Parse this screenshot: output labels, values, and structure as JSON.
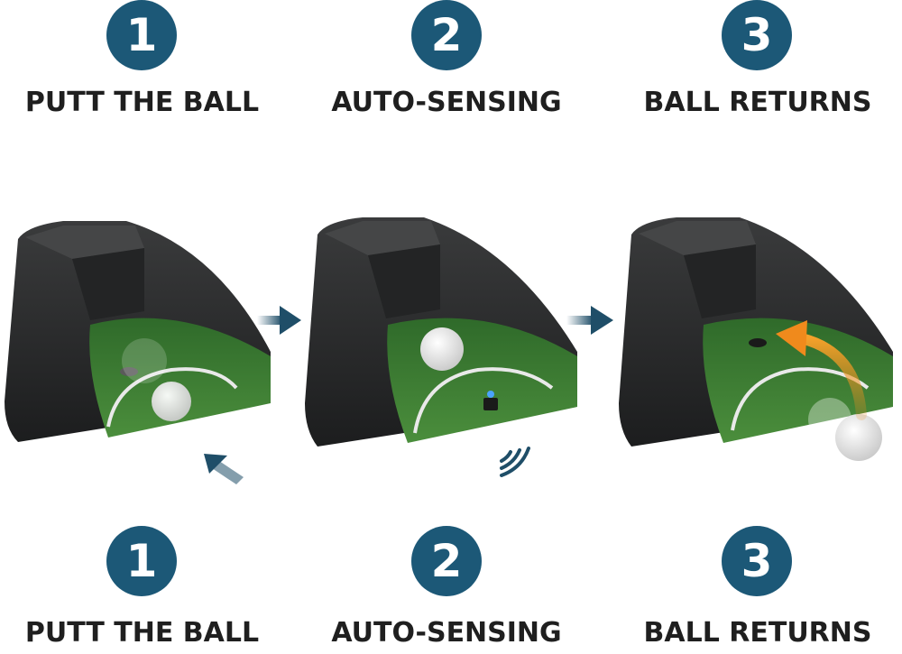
{
  "colors": {
    "badge": "#1c5877",
    "label_text": "#1f1f1f",
    "arrow": "#1f4e68",
    "device_shell": "#2a2b2c",
    "green_surface": "#3f7f34",
    "return_arrow": "#f08a1c"
  },
  "steps_top": [
    {
      "number": "1",
      "label": "PUTT THE BALL"
    },
    {
      "number": "2",
      "label": "AUTO-SENSING"
    },
    {
      "number": "3",
      "label": "BALL RETURNS"
    }
  ],
  "steps_bottom": [
    {
      "number": "1",
      "label": "PUTT THE BALL"
    },
    {
      "number": "2",
      "label": "AUTO-SENSING"
    },
    {
      "number": "3",
      "label": "BALL RETURNS"
    }
  ],
  "icons": {
    "flow_arrow": "arrow-right-icon",
    "putt_arrow": "arrow-up-right-icon",
    "sensor_wave": "signal-wave-icon",
    "return_arrow": "curved-arrow-icon"
  }
}
